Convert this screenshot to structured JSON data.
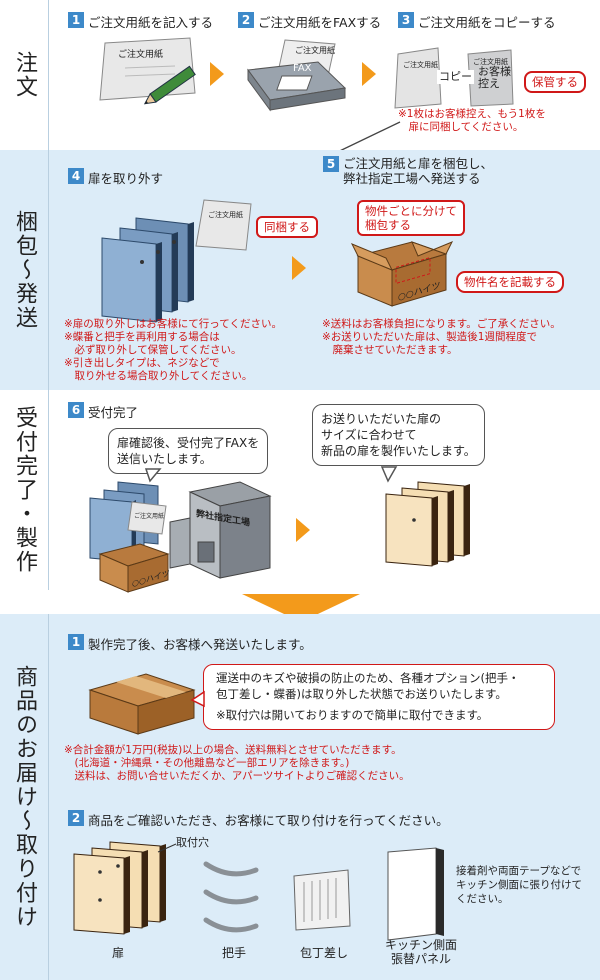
{
  "sections": [
    {
      "label": "注文"
    },
    {
      "label": "梱包〜発送"
    },
    {
      "label": "受付完了・製作"
    },
    {
      "label": "商品のお届け〜取り付け"
    }
  ],
  "order": {
    "steps": [
      {
        "num": "1",
        "text": "ご注文用紙を記入する"
      },
      {
        "num": "2",
        "text": "ご注文用紙をFAXする"
      },
      {
        "num": "3",
        "text": "ご注文用紙をコピーする"
      }
    ],
    "paper_label": "ご注文用紙",
    "fax_label": "FAX",
    "copy_label": "コピー",
    "keep_label": "お客様\n控え",
    "callout": "保管する",
    "note": "※1枚はお客様控え、もう1枚を\n　扉に同梱してください。"
  },
  "packing": {
    "steps": [
      {
        "num": "4",
        "text": "扉を取り外す"
      },
      {
        "num": "5",
        "text": "ご注文用紙と扉を梱包し、\n弊社指定工場へ発送する"
      }
    ],
    "callout_enclose": "同梱する",
    "callout_pack": "物件ごとに分けて\n梱包する",
    "callout_name": "物件名を記載する",
    "box_label": "○○ハイツ",
    "notes_left": "※扉の取り外しはお客様にて行ってください。\n※蝶番と把手を再利用する場合は\n　必ず取り外して保管してください。\n※引き出しタイプは、ネジなどで\n　取り外せる場合取り外してください。",
    "notes_right": "※送料はお客様負担になります。ご了承ください。\n※お送りいただいた扉は、製造後1週間程度で\n　廃棄させていただきます。"
  },
  "production": {
    "step": {
      "num": "6",
      "text": "受付完了"
    },
    "bubble_fax": "扉確認後、受付完了FAXを\n送信いたします。",
    "bubble_make": "お送りいただいた扉の\nサイズに合わせて\n新品の扉を製作いたします。",
    "factory_label": "弊社指定工場",
    "box_label": "○○ハイツ"
  },
  "delivery": {
    "step1": {
      "num": "1",
      "text": "製作完了後、お客様へ発送いたします。"
    },
    "info": "運送中のキズや破損の防止のため、各種オプション(把手・\n包丁差し・蝶番)は取り外した状態でお送りいたします。",
    "info_note": "※取付穴は開いておりますので簡単に取付できます。",
    "shipping_note": "※合計金額が1万円(税抜)以上の場合、送料無料とさせていただきます。\n　(北海道・沖縄県・その他離島など一部エリアを除きます。)\n　送料は、お問い合せいただくか、アパーツサイトよりご確認ください。",
    "step2": {
      "num": "2",
      "text": "商品をご確認いただき、お客様にて取り付けを行ってください。"
    },
    "hole_label": "取付穴",
    "items": [
      {
        "label": "扉"
      },
      {
        "label": "把手"
      },
      {
        "label": "包丁差し"
      },
      {
        "label": "キッチン側面\n張替パネル"
      }
    ],
    "panel_note": "接着剤や両面テープなどで\nキッチン側面に張り付けて\nください。"
  }
}
